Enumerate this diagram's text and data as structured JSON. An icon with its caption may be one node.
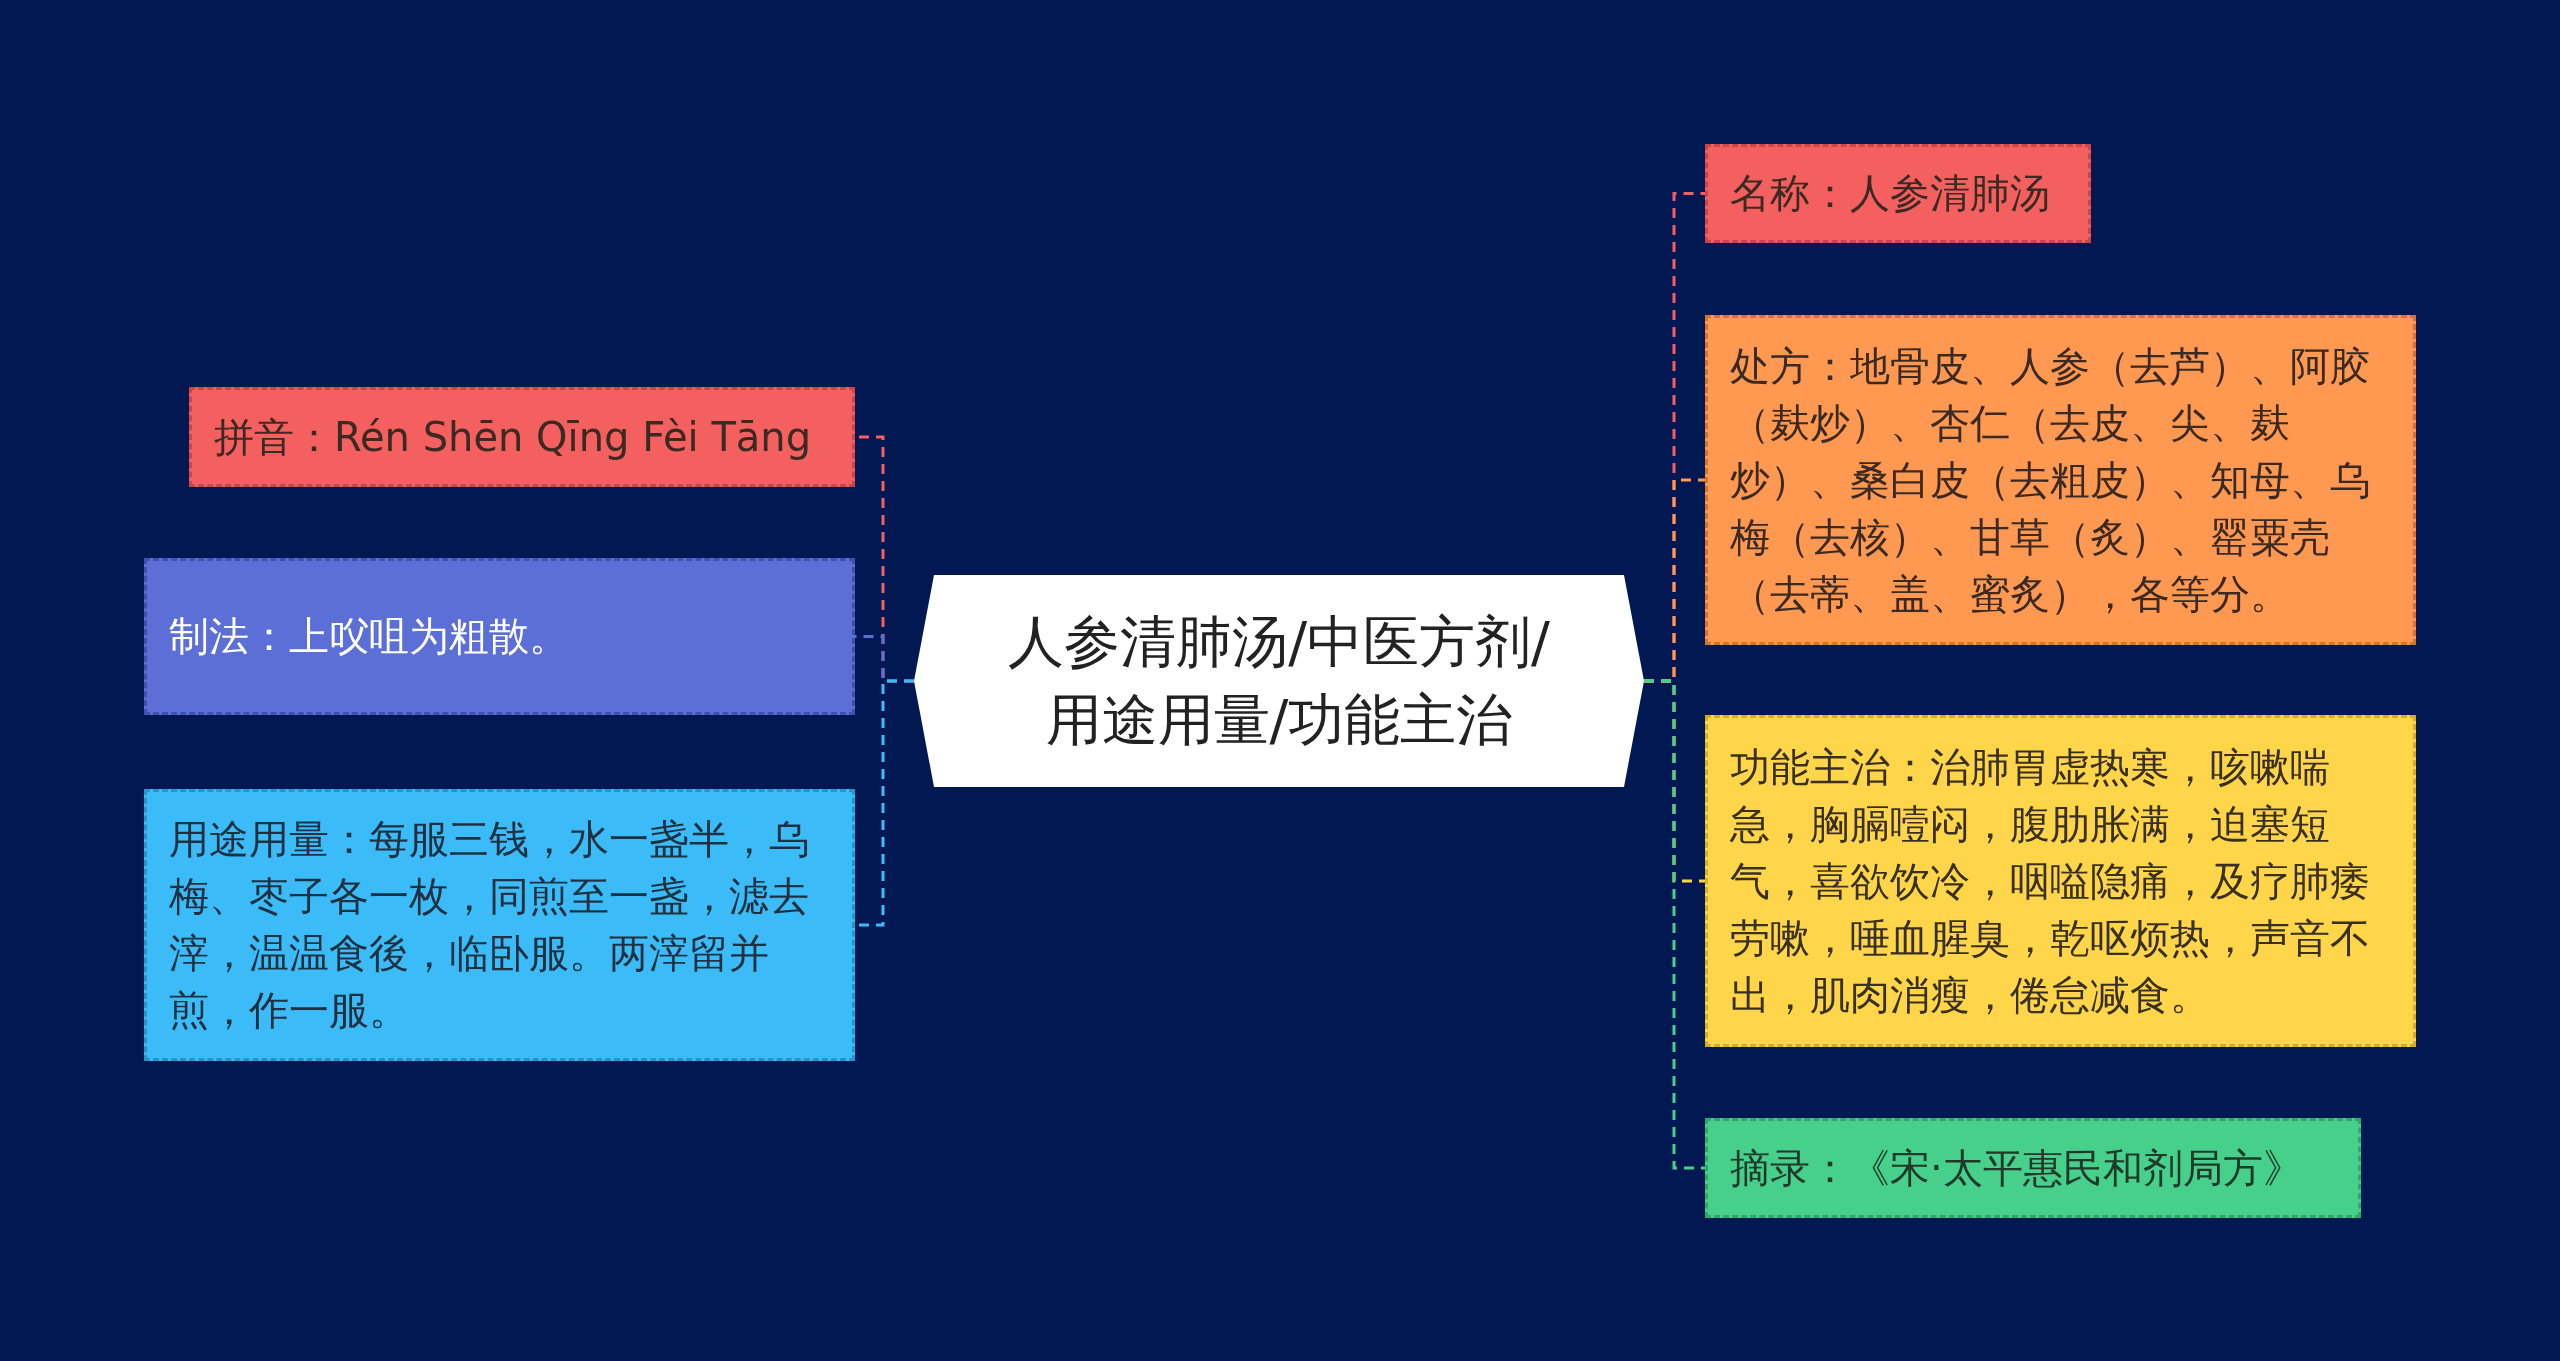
{
  "diagram": {
    "nodes": [
      {
        "text": [
          "人参清肺汤/中医方剂/用途用量/功能主治"
        ]
      },
      {
        "text": [
          "拼音：Rén Shēn Qīng Fèi Tāng"
        ]
      },
      {
        "text": [
          "制法：上㕮咀为粗散。"
        ]
      },
      {
        "text": [
          "用途用量：每服三钱，水一盏半，乌梅、枣子各一枚，同煎至一盏，滤去滓，温温食後，临卧服。两滓留并煎，作一服。"
        ]
      },
      {
        "text": [
          "名称：人参清肺汤"
        ]
      },
      {
        "text": [
          "处方：地骨皮、人参（去芦）、阿胶（麸炒）、杏仁（去皮、尖、麸炒）、桑白皮（去粗皮）、知母、乌梅（去核）、甘草（炙）、罂粟壳（去蒂、盖、蜜炙），各等分。"
        ]
      },
      {
        "text": [
          "功能主治：治肺胃虚热寒，咳嗽喘急，胸膈噎闷，腹肋胀满，迫塞短气，喜欲饮冷，咽嗌隐痛，及疗肺痿劳嗽，唾血腥臭，乾呕烦热，声音不出，肌肉消瘦，倦怠减食。"
        ]
      },
      {
        "text": [
          "摘录：《宋·太平惠民和剂局方》"
        ]
      }
    ],
    "edges": [
      {
        "from": 0,
        "to": 1,
        "arrow": "none",
        "style": "dashed",
        "color": "#f45f60"
      },
      {
        "from": 0,
        "to": 2,
        "arrow": "none",
        "style": "dashed",
        "color": "#5b6fd6"
      },
      {
        "from": 0,
        "to": 3,
        "arrow": "none",
        "style": "dashed",
        "color": "#3bbcf8"
      },
      {
        "from": 0,
        "to": 4,
        "arrow": "none",
        "style": "dashed",
        "color": "#f45f60"
      },
      {
        "from": 0,
        "to": 5,
        "arrow": "none",
        "style": "dashed",
        "color": "#ff9850"
      },
      {
        "from": 0,
        "to": 6,
        "arrow": "none",
        "style": "dashed",
        "color": "#ffd54a"
      },
      {
        "from": 0,
        "to": 7,
        "arrow": "none",
        "style": "dashed",
        "color": "#47cf8c"
      }
    ]
  }
}
